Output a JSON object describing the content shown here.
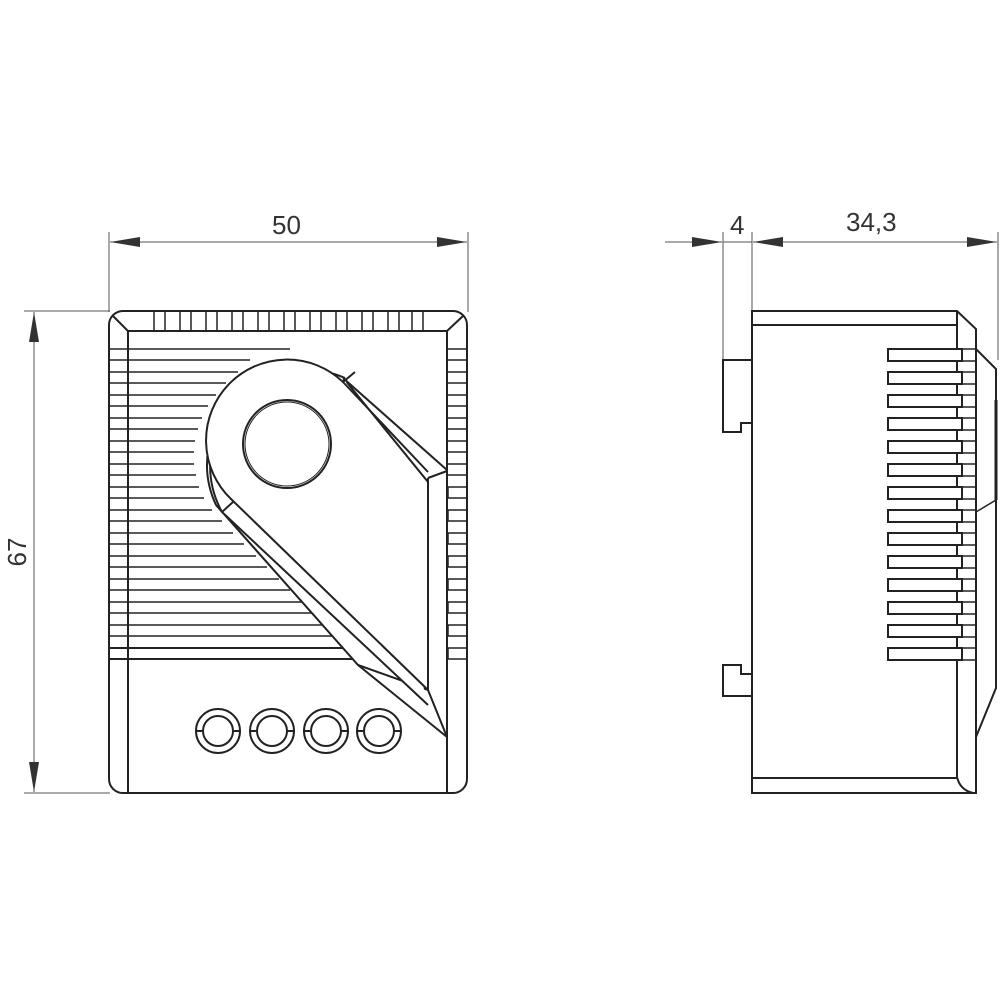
{
  "drawing": {
    "type": "technical-dimension-drawing",
    "line_color": "#222222",
    "dim_line_color": "#555555",
    "background": "#ffffff"
  },
  "front_view": {
    "width_label": "50",
    "height_label": "67",
    "vent_count_top": 20,
    "vent_count_left": 26,
    "vent_count_right": 22,
    "dial_label": "setting-dial",
    "terminal_count": 4
  },
  "side_view": {
    "mount_depth_label": "4",
    "body_depth_label": "34,3",
    "fin_count": 15
  }
}
